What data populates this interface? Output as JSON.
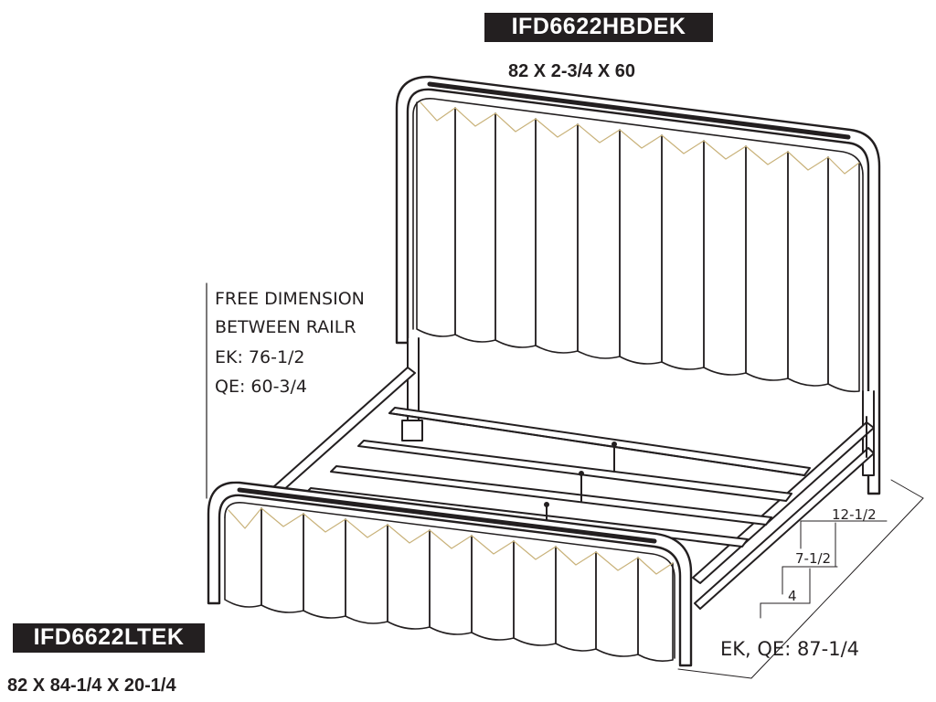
{
  "headboard": {
    "model": "IFD6622HBDEK",
    "dimensions": "82 X 2-3/4 X 60"
  },
  "footboard": {
    "model": "IFD6622LTEK",
    "dimensions": "82 X 84-1/4 X 20-1/4"
  },
  "free_dimension": {
    "line1": "FREE DIMENSION",
    "line2": "BETWEEN RAILR",
    "ek": "EK: 76-1/2",
    "qe": "QE: 60-3/4"
  },
  "heights": {
    "h1": "12-1/2",
    "h2": "7-1/2",
    "h3": "4"
  },
  "length": "EK, QE: 87-1/4",
  "colors": {
    "ink": "#231f20",
    "label_bg": "#231f20",
    "label_text": "#ffffff",
    "stitch": "#c9b27a"
  }
}
